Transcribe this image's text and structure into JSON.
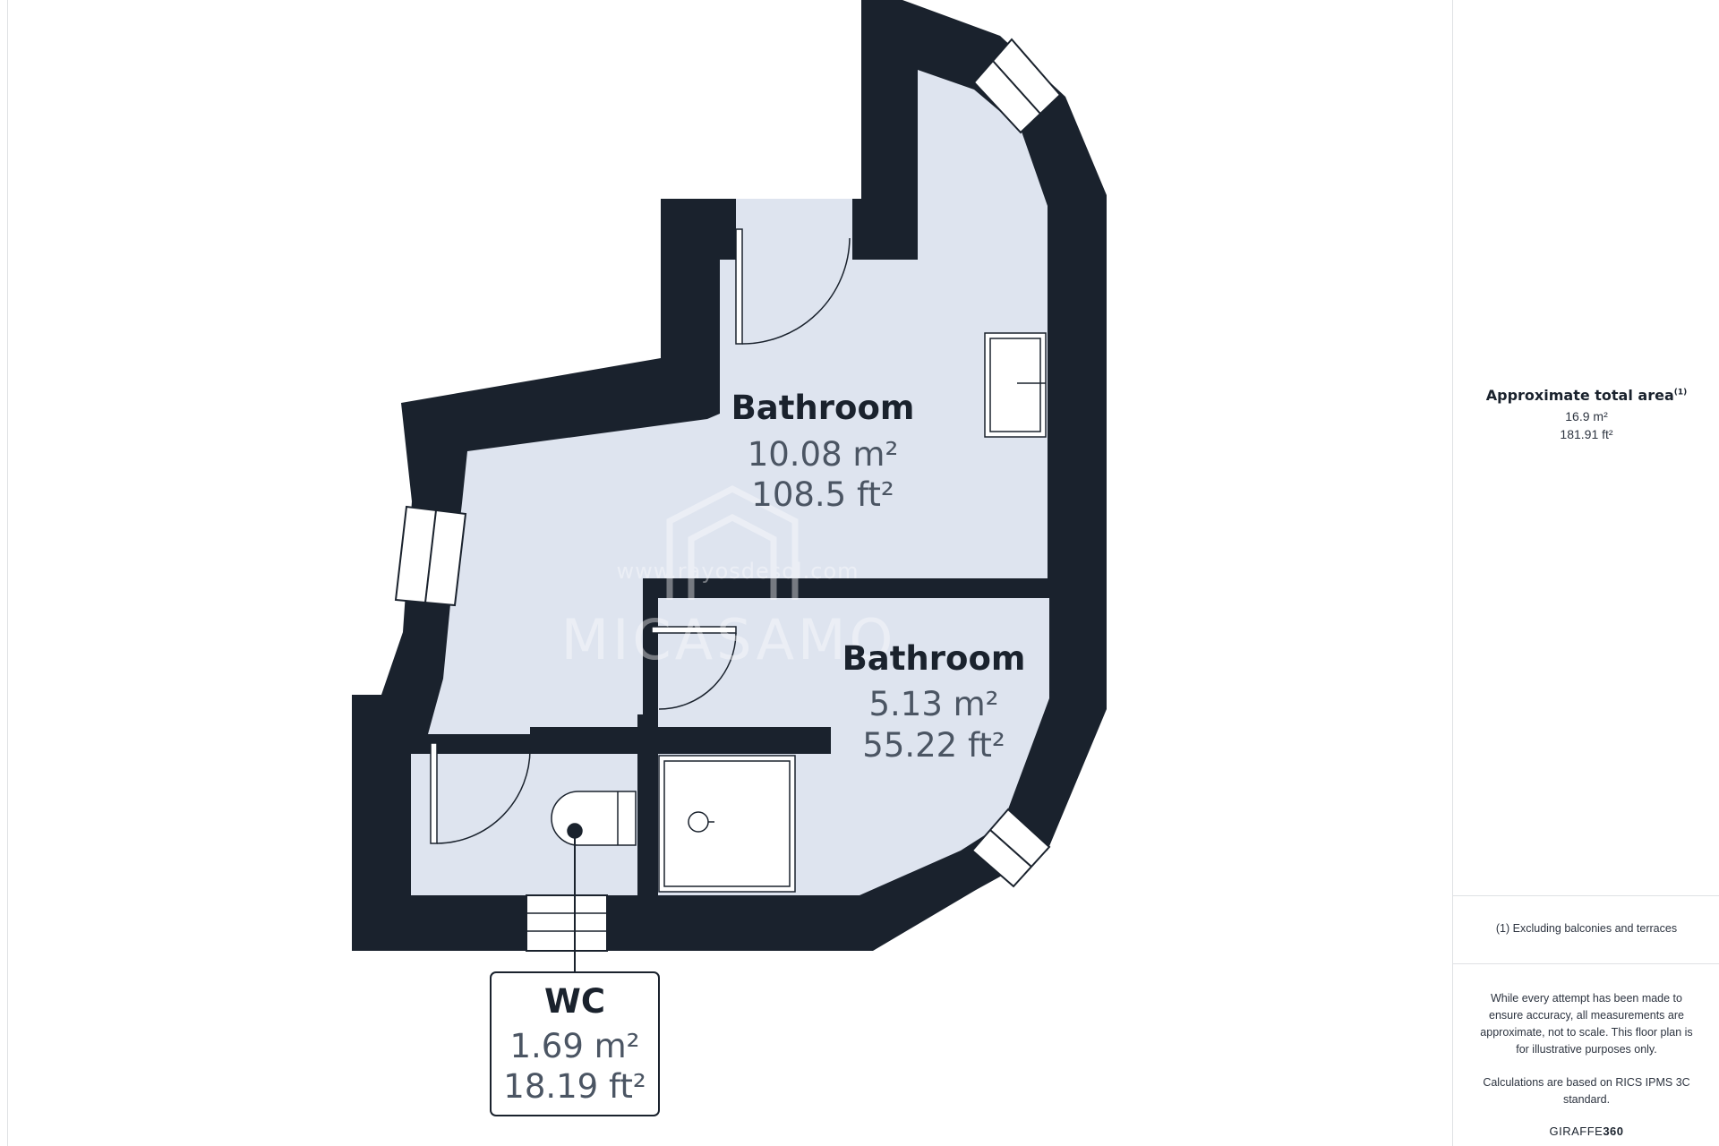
{
  "rooms": [
    {
      "id": "bathroom-large",
      "name": "Bathroom",
      "area_m2": "10.08 m²",
      "area_ft2": "108.5 ft²"
    },
    {
      "id": "bathroom-small",
      "name": "Bathroom",
      "area_m2": "5.13 m²",
      "area_ft2": "55.22 ft²"
    },
    {
      "id": "wc",
      "name": "WC",
      "area_m2": "1.69 m²",
      "area_ft2": "18.19 ft²"
    }
  ],
  "watermark": {
    "url": "www.rayosdesol.com",
    "brand": "MICASAMO"
  },
  "summary": {
    "title": "Approximate total area",
    "title_note": "(1)",
    "total_m2": "16.9 m²",
    "total_ft2": "181.91 ft²",
    "footnote": "(1) Excluding balconies and terraces",
    "disclaimer": "While every attempt has been made to ensure accuracy, all measurements are approximate, not to scale. This floor plan is for illustrative purposes only.",
    "calculation_note": "Calculations are based on RICS IPMS 3C standard.",
    "brand_prefix": "GIRAFFE",
    "brand_suffix": "360"
  },
  "colors": {
    "wall": "#1a222d",
    "floor": "#dee4ef",
    "text": "#1a222d",
    "muted": "#4b5563",
    "border": "#dfe1e4"
  }
}
